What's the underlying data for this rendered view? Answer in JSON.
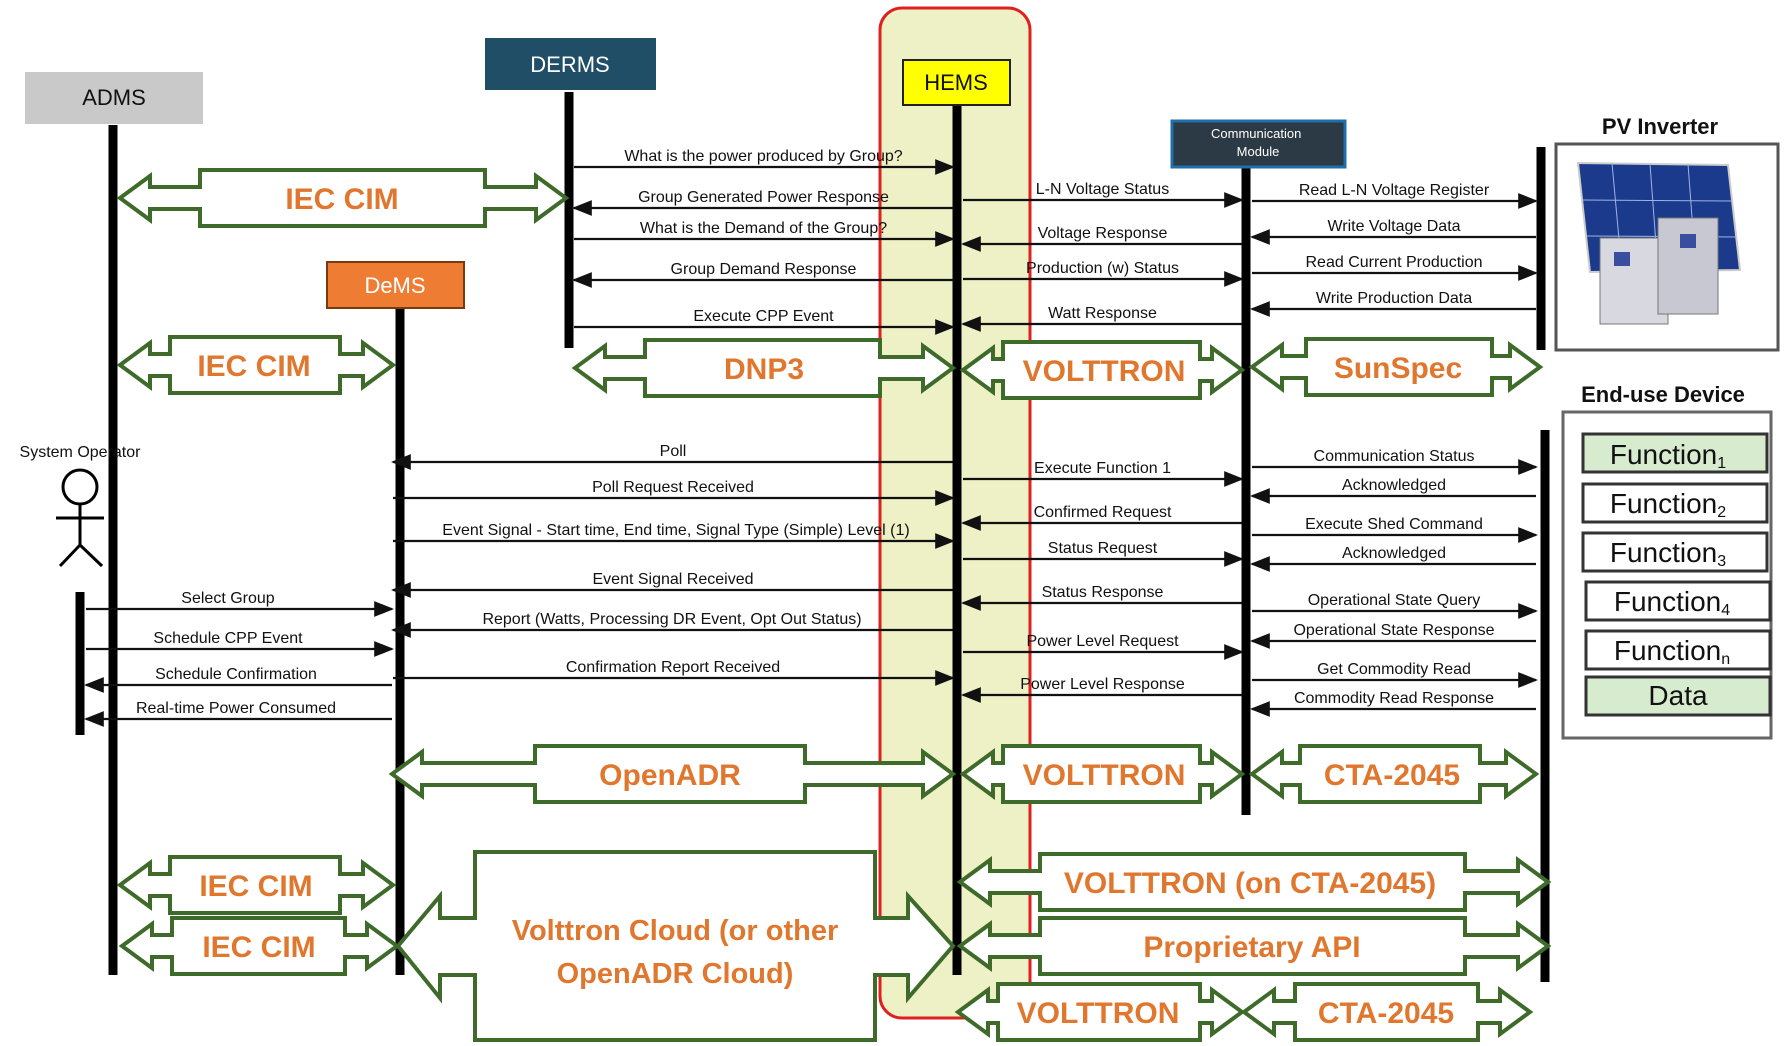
{
  "entities": {
    "adms": "ADMS",
    "derms": "DERMS",
    "hems": "HEMS",
    "dems": "DeMS",
    "comm_module": "Communication Module",
    "pv_inverter": "PV Inverter",
    "end_use_device": "End-use Device",
    "system_operator": "System Operator"
  },
  "protocols": {
    "iec_cim_1": "IEC CIM",
    "iec_cim_2": "IEC CIM",
    "iec_cim_3": "IEC CIM",
    "iec_cim_4": "IEC CIM",
    "dnp3": "DNP3",
    "volttron_1": "VOLTTRON",
    "sunspec": "SunSpec",
    "openadr": "OpenADR",
    "volttron_2": "VOLTTRON",
    "cta2045_1": "CTA-2045",
    "volttron_cloud_1": "Volttron Cloud (or other",
    "volttron_cloud_2": "OpenADR Cloud)",
    "volttron_on_cta": "VOLTTRON (on CTA-2045)",
    "proprietary_api": "Proprietary API",
    "volttron_3": "VOLTTRON",
    "cta2045_2": "CTA-2045"
  },
  "messages_derms_hems": [
    "What is the power produced by Group?",
    "Group Generated Power Response",
    "What is the Demand of the Group?",
    "Group Demand Response",
    "Execute CPP Event"
  ],
  "messages_hems_comm_top": [
    "L-N Voltage Status",
    "Voltage Response",
    "Production (w) Status",
    "Watt Response"
  ],
  "messages_comm_pv": [
    "Read L-N Voltage Register",
    "Write Voltage Data",
    "Read Current Production",
    "Write Production Data"
  ],
  "messages_dems_hems": [
    "Poll",
    "Poll Request Received",
    "Event Signal - Start time, End time, Signal Type (Simple) Level (1)",
    "Event Signal Received",
    "Report (Watts, Processing DR Event, Opt Out Status)",
    "Confirmation Report Received"
  ],
  "messages_operator": [
    "Select Group",
    "Schedule CPP Event",
    "Schedule Confirmation",
    "Real-time Power Consumed"
  ],
  "messages_hems_comm_bottom": [
    "Execute Function 1",
    "Confirmed Request",
    "Status Request",
    "Status Response",
    "Power Level Request",
    "Power Level Response"
  ],
  "messages_comm_device": [
    "Communication Status",
    "Acknowledged",
    "Execute Shed Command",
    "Acknowledged",
    "Operational State Query",
    "Operational State Response",
    "Get Commodity Read",
    "Commodity Read Response"
  ],
  "device_functions": {
    "f1": "Function",
    "f1_sub": "1",
    "f2": "Function",
    "f2_sub": "2",
    "f3": "Function",
    "f3_sub": "3",
    "f4": "Function",
    "f4_sub": "4",
    "fn": "Function",
    "fn_sub": "n",
    "data": "Data"
  },
  "colors": {
    "adms": "#c9c9c9",
    "derms": "#1f4e66",
    "hems": "#ffff00",
    "dems": "#ee7d33",
    "comm_module": "#2b3a44",
    "hems_highlight": "#eef0c6",
    "highlight_border": "#e02020",
    "protocol_arrow": "#3e6b2a",
    "protocol_text": "#e0772e",
    "function_fill": "#d7ebcf"
  }
}
